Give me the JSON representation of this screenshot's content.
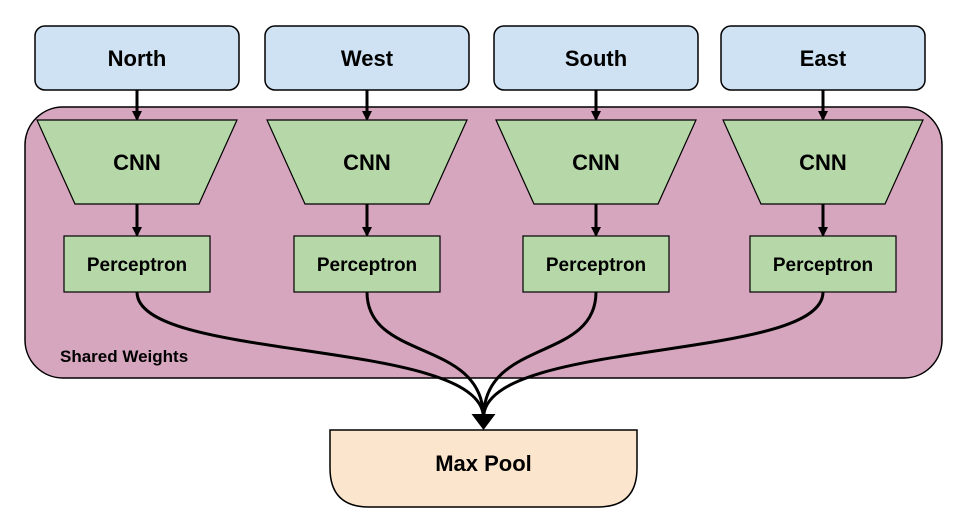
{
  "inputs": [
    "North",
    "West",
    "South",
    "East"
  ],
  "cnn_label": "CNN",
  "perceptron_label": "Perceptron",
  "group_label": "Shared Weights",
  "output_label": "Max Pool",
  "colors": {
    "input_fill": "#cfe2f3",
    "input_stroke": "#000000",
    "group_fill": "#d5a6bd",
    "module_fill": "#b6d7a8",
    "output_fill": "#fce5cd",
    "edge": "#000000"
  }
}
